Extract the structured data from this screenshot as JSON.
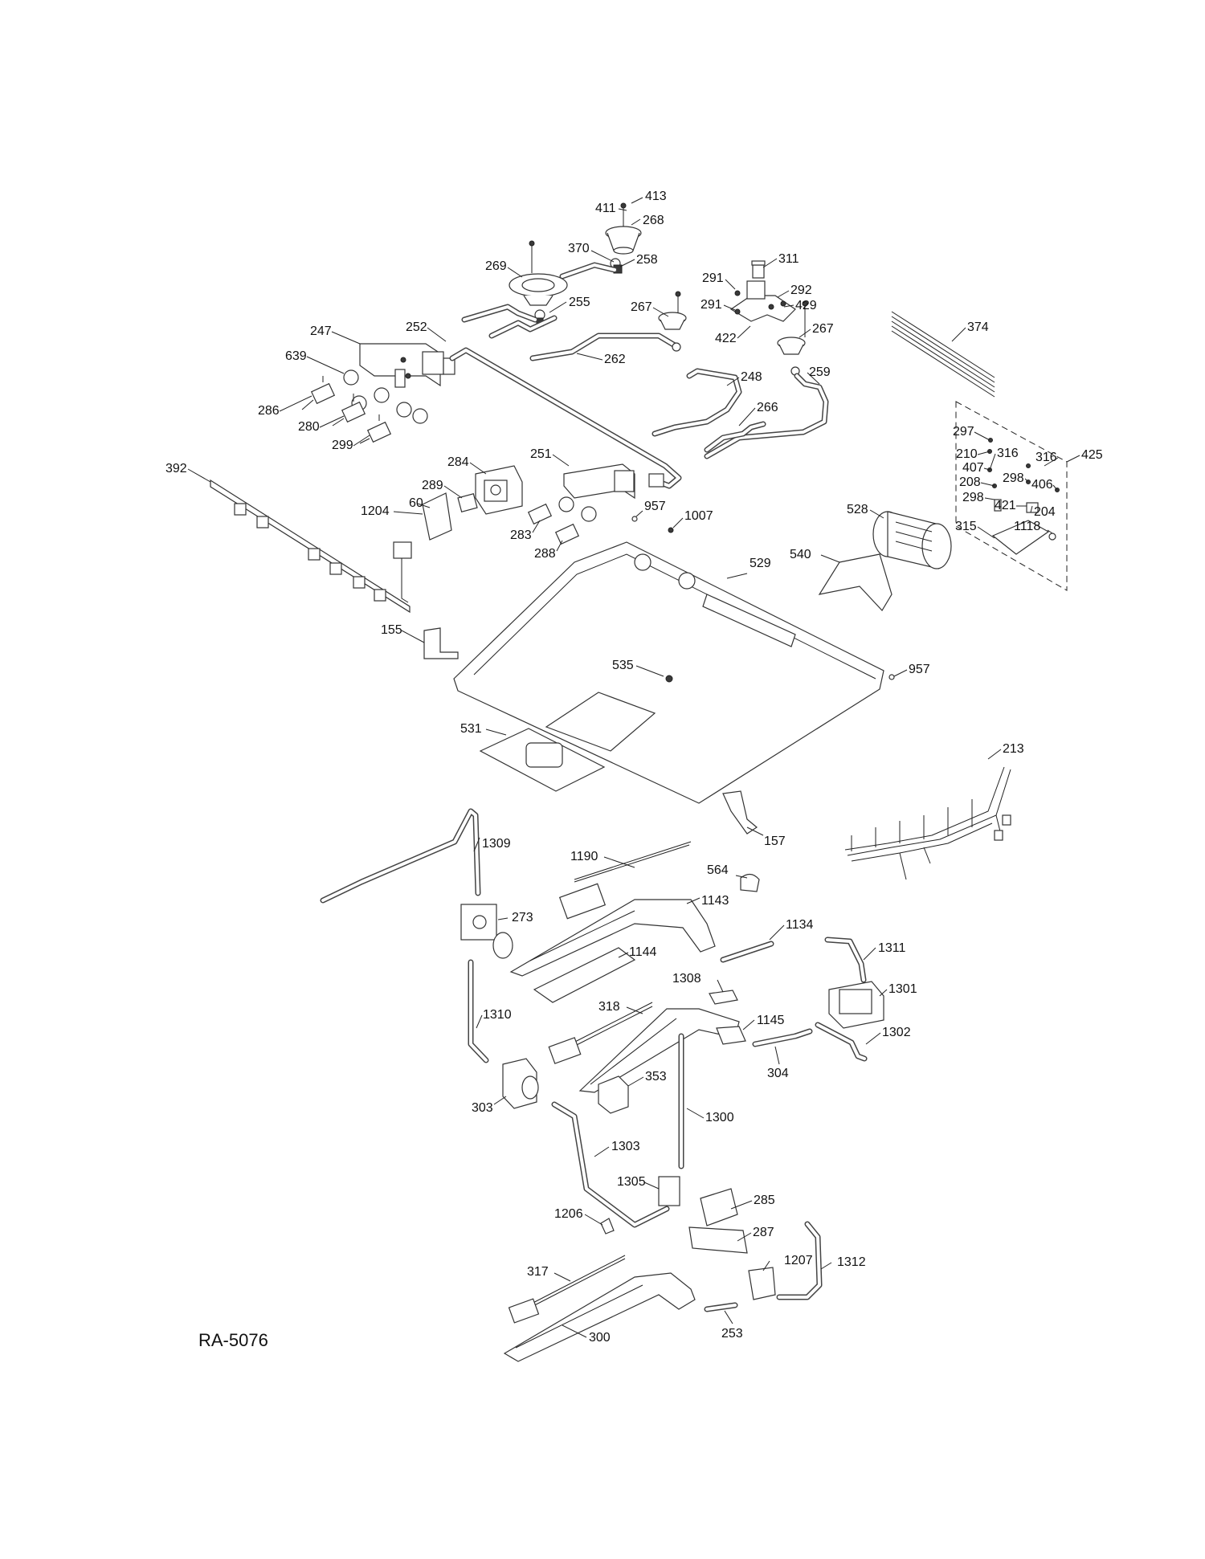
{
  "drawing_id": "RA-5076",
  "parts": [
    {
      "ref": "413"
    },
    {
      "ref": "411"
    },
    {
      "ref": "268"
    },
    {
      "ref": "370"
    },
    {
      "ref": "258"
    },
    {
      "ref": "269"
    },
    {
      "ref": "311"
    },
    {
      "ref": "291"
    },
    {
      "ref": "292"
    },
    {
      "ref": "291"
    },
    {
      "ref": "429"
    },
    {
      "ref": "267"
    },
    {
      "ref": "255"
    },
    {
      "ref": "422"
    },
    {
      "ref": "267"
    },
    {
      "ref": "247"
    },
    {
      "ref": "252"
    },
    {
      "ref": "374"
    },
    {
      "ref": "639"
    },
    {
      "ref": "262"
    },
    {
      "ref": "259"
    },
    {
      "ref": "248"
    },
    {
      "ref": "286"
    },
    {
      "ref": "266"
    },
    {
      "ref": "280"
    },
    {
      "ref": "299"
    },
    {
      "ref": "297"
    },
    {
      "ref": "210"
    },
    {
      "ref": "316"
    },
    {
      "ref": "316"
    },
    {
      "ref": "425"
    },
    {
      "ref": "407"
    },
    {
      "ref": "298"
    },
    {
      "ref": "406"
    },
    {
      "ref": "208"
    },
    {
      "ref": "298"
    },
    {
      "ref": "421"
    },
    {
      "ref": "204"
    },
    {
      "ref": "284"
    },
    {
      "ref": "251"
    },
    {
      "ref": "392"
    },
    {
      "ref": "289"
    },
    {
      "ref": "957"
    },
    {
      "ref": "1204"
    },
    {
      "ref": "60"
    },
    {
      "ref": "1007"
    },
    {
      "ref": "528"
    },
    {
      "ref": "315"
    },
    {
      "ref": "1118"
    },
    {
      "ref": "283"
    },
    {
      "ref": "288"
    },
    {
      "ref": "540"
    },
    {
      "ref": "529"
    },
    {
      "ref": "155"
    },
    {
      "ref": "535"
    },
    {
      "ref": "957"
    },
    {
      "ref": "531"
    },
    {
      "ref": "213"
    },
    {
      "ref": "157"
    },
    {
      "ref": "1309"
    },
    {
      "ref": "1190"
    },
    {
      "ref": "564"
    },
    {
      "ref": "1143"
    },
    {
      "ref": "273"
    },
    {
      "ref": "1134"
    },
    {
      "ref": "1311"
    },
    {
      "ref": "1144"
    },
    {
      "ref": "1308"
    },
    {
      "ref": "1301"
    },
    {
      "ref": "1310"
    },
    {
      "ref": "318"
    },
    {
      "ref": "1145"
    },
    {
      "ref": "1302"
    },
    {
      "ref": "304"
    },
    {
      "ref": "353"
    },
    {
      "ref": "303"
    },
    {
      "ref": "1300"
    },
    {
      "ref": "1303"
    },
    {
      "ref": "1305"
    },
    {
      "ref": "285"
    },
    {
      "ref": "1206"
    },
    {
      "ref": "287"
    },
    {
      "ref": "1207"
    },
    {
      "ref": "1312"
    },
    {
      "ref": "317"
    },
    {
      "ref": "253"
    },
    {
      "ref": "300"
    }
  ]
}
